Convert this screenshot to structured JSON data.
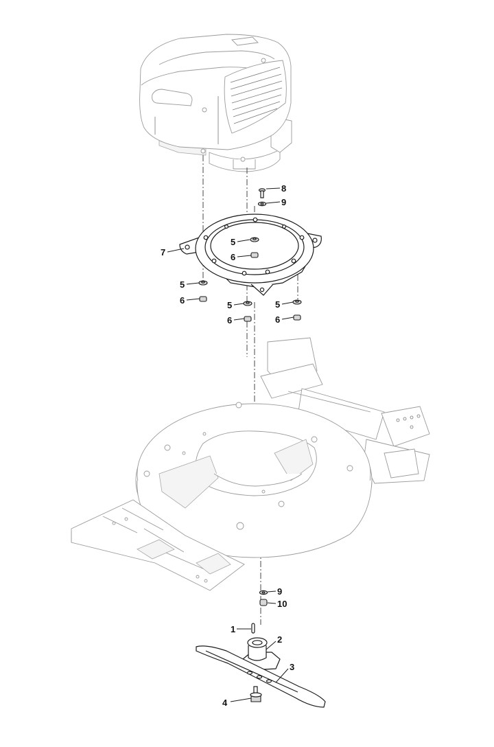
{
  "callouts": [
    {
      "id": "c1",
      "label": "1"
    },
    {
      "id": "c2",
      "label": "2"
    },
    {
      "id": "c3",
      "label": "3"
    },
    {
      "id": "c4",
      "label": "4"
    },
    {
      "id": "c5a",
      "label": "5"
    },
    {
      "id": "c5b",
      "label": "5"
    },
    {
      "id": "c5c",
      "label": "5"
    },
    {
      "id": "c5d",
      "label": "5"
    },
    {
      "id": "c6a",
      "label": "6"
    },
    {
      "id": "c6b",
      "label": "6"
    },
    {
      "id": "c6c",
      "label": "6"
    },
    {
      "id": "c6d",
      "label": "6"
    },
    {
      "id": "c7",
      "label": "7"
    },
    {
      "id": "c8",
      "label": "8"
    },
    {
      "id": "c9a",
      "label": "9"
    },
    {
      "id": "c9b",
      "label": "9"
    },
    {
      "id": "c10",
      "label": "10"
    }
  ]
}
